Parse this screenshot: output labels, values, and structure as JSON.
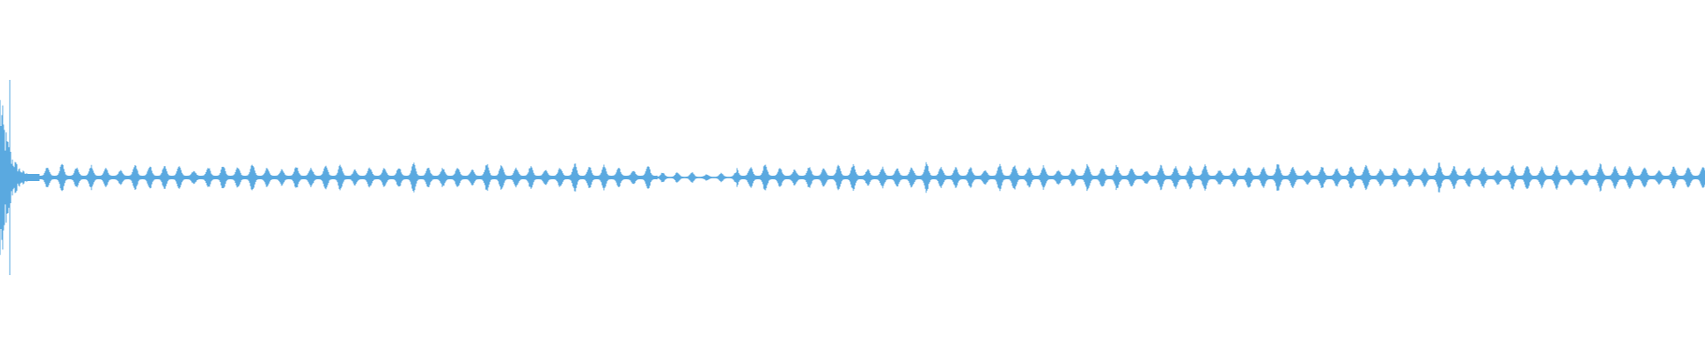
{
  "waveform": {
    "color": "#5aa9e0",
    "background": "#ffffff",
    "channels": 1,
    "shape": "mono audio waveform; loud transient at the very start, then regular low-amplitude pulses across the full width",
    "initial_transient_peak": 0.55,
    "pulse_amplitude_range": [
      0.03,
      0.08
    ],
    "baseline_noise": 0.01
  }
}
